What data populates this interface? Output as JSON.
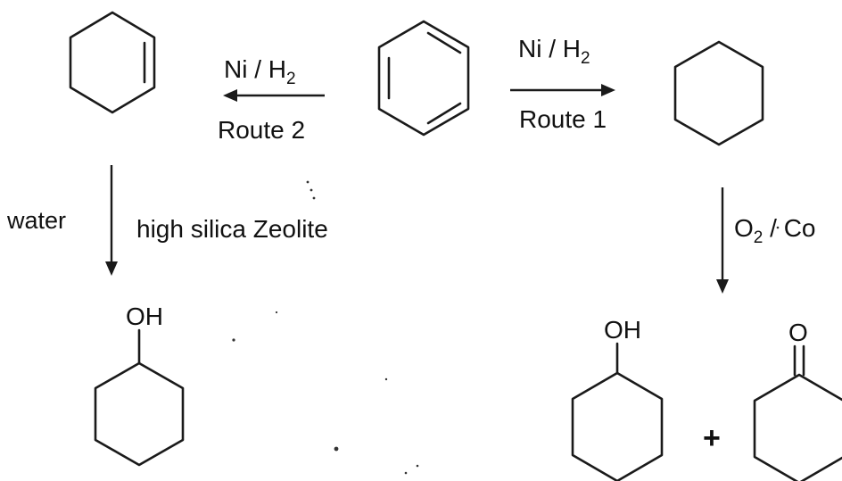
{
  "route_2": {
    "reagent_main": "Ni / H",
    "reagent_sub": "2",
    "label": "Route 2"
  },
  "route_1": {
    "reagent_main": "Ni / H",
    "reagent_sub": "2",
    "label": "Route 1"
  },
  "left_down": {
    "reagent_left": "water",
    "reagent_right": "high silica Zeolite"
  },
  "right_down": {
    "reagent_o": "O",
    "reagent_sub": "2",
    "reagent_rest": " / Co"
  },
  "products": {
    "left_oh": "OH",
    "right_oh": "OH",
    "right_o": "O",
    "plus": "+"
  }
}
